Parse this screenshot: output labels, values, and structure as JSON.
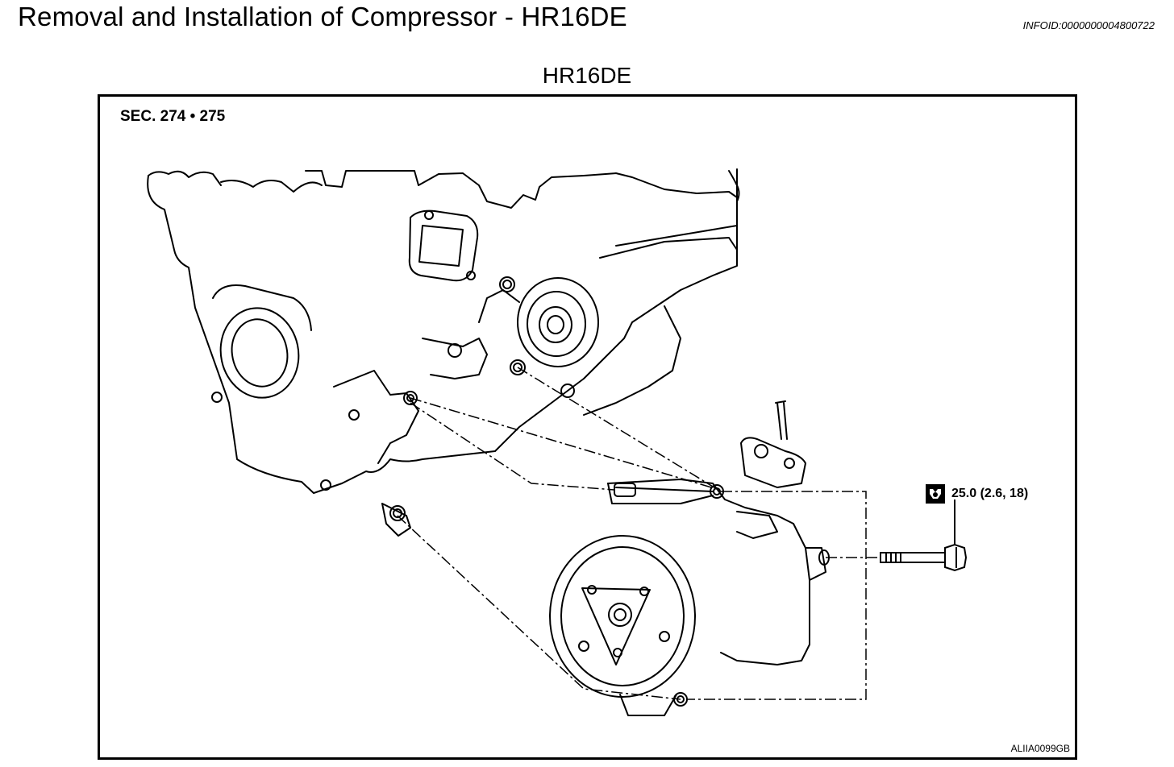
{
  "header": {
    "title": "Removal and Installation of Compressor - HR16DE",
    "info_id": "INFOID:0000000004800722"
  },
  "figure": {
    "caption": "HR16DE",
    "section_label": "SEC. 274 • 275",
    "torque_icon": "wrench-torque-icon",
    "torque_spec": "25.0 (2.6, 18)",
    "figure_code": "ALIIA0099GB"
  }
}
